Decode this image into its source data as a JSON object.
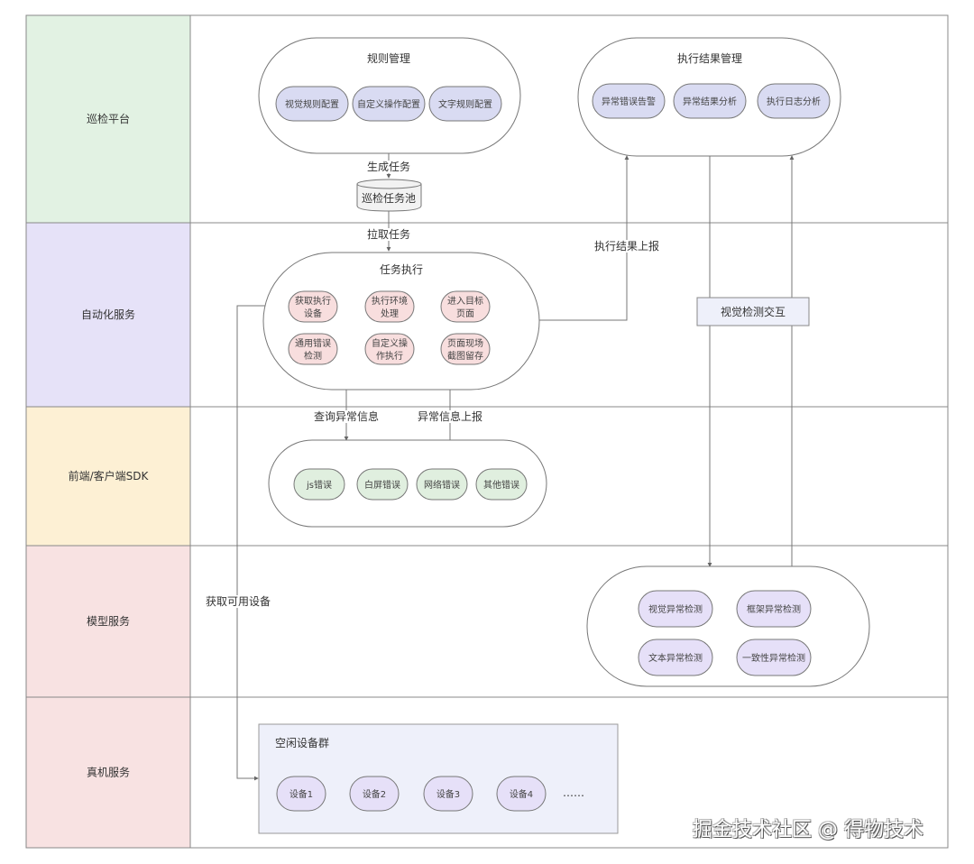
{
  "lanes": [
    {
      "label": "巡检平台",
      "color": "#e2f2e3"
    },
    {
      "label": "自动化服务",
      "color": "#e6e2f8"
    },
    {
      "label": "前端/客户端SDK",
      "color": "#fdf0d4"
    },
    {
      "label": "模型服务",
      "color": "#f8e2e2"
    },
    {
      "label": "真机服务",
      "color": "#f8e2e2"
    }
  ],
  "groups": {
    "rule_mgmt": {
      "title": "规则管理",
      "items": [
        "视觉规则配置",
        "自定义操作配置",
        "文字规则配置"
      ]
    },
    "result_mgmt": {
      "title": "执行结果管理",
      "items": [
        "异常错误告警",
        "异常结果分析",
        "执行日志分析"
      ]
    },
    "task_exec": {
      "title": "任务执行",
      "items": [
        "获取执行\n设备",
        "执行环境\n处理",
        "进入目标\n页面",
        "页面现场\n截图留存",
        "自定义操\n作执行",
        "通用错误\n检测"
      ]
    },
    "sdk": {
      "items": [
        "js错误",
        "白屏错误",
        "网络错误",
        "其他错误"
      ]
    },
    "model": {
      "items": [
        "视觉异常检测",
        "框架异常检测",
        "文本异常检测",
        "一致性异常检测"
      ]
    },
    "devices": {
      "title": "空闲设备群",
      "items": [
        "设备1",
        "设备2",
        "设备3",
        "设备4"
      ],
      "more": "……"
    }
  },
  "task_pool": "巡检任务池",
  "visual_interaction": "视觉检测交互",
  "edges": {
    "generate_task": "生成任务",
    "pull_task": "拉取任务",
    "report_result": "执行结果上报",
    "query_error": "查询异常信息",
    "report_error": "异常信息上报",
    "get_device": "获取可用设备"
  },
  "colors": {
    "stroke": "#777777",
    "purple_node": "#d9dbf2",
    "pink_node": "#f8dede",
    "green_node": "#e0efdf",
    "lilac_node": "#e6e0f8",
    "device_box": "#eef0fa"
  },
  "watermark": "掘金技术社区 @ 得物技术"
}
